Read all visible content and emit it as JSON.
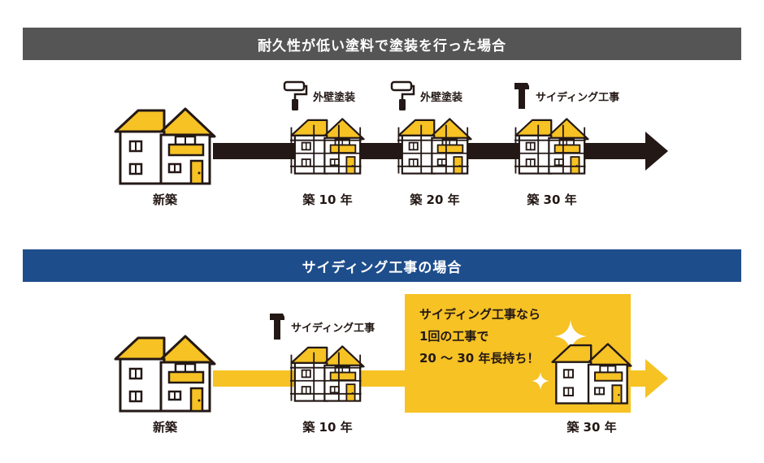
{
  "paint_scenario": {
    "title": "耐久性が低い塗料で塗装を行った場合",
    "labels": {
      "new": "新築",
      "y10": "築 10 年",
      "y20": "築 20 年",
      "y30": "築 30 年"
    },
    "tasks": {
      "y10": "外壁塗装",
      "y20": "外壁塗装",
      "y30": "サイディング工事"
    }
  },
  "siding_scenario": {
    "title": "サイディング工事の場合",
    "labels": {
      "new": "新築",
      "y10": "築 10 年",
      "y30": "築 30 年"
    },
    "tasks": {
      "y10": "サイディング工事"
    },
    "promo": {
      "line1": "サイディング工事なら",
      "line2": "1回の工事で",
      "line3": "20 ～ 30 年長持ち！"
    }
  },
  "colors": {
    "accent": "#f6c224",
    "dark_banner": "#555555",
    "blue_banner": "#1e4d8c",
    "arrow_dark": "#231815"
  }
}
